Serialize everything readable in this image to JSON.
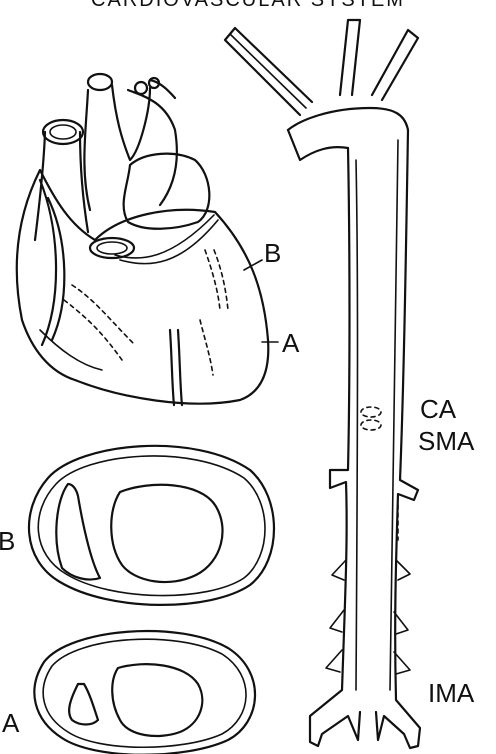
{
  "figure": {
    "title": "CARDIOVASCULAR SYSTEM",
    "labels": {
      "heart_b": "B",
      "heart_a": "A",
      "section_b": "B",
      "section_a": "A",
      "ca": "CA",
      "sma": "SMA",
      "ima": "IMA"
    }
  }
}
